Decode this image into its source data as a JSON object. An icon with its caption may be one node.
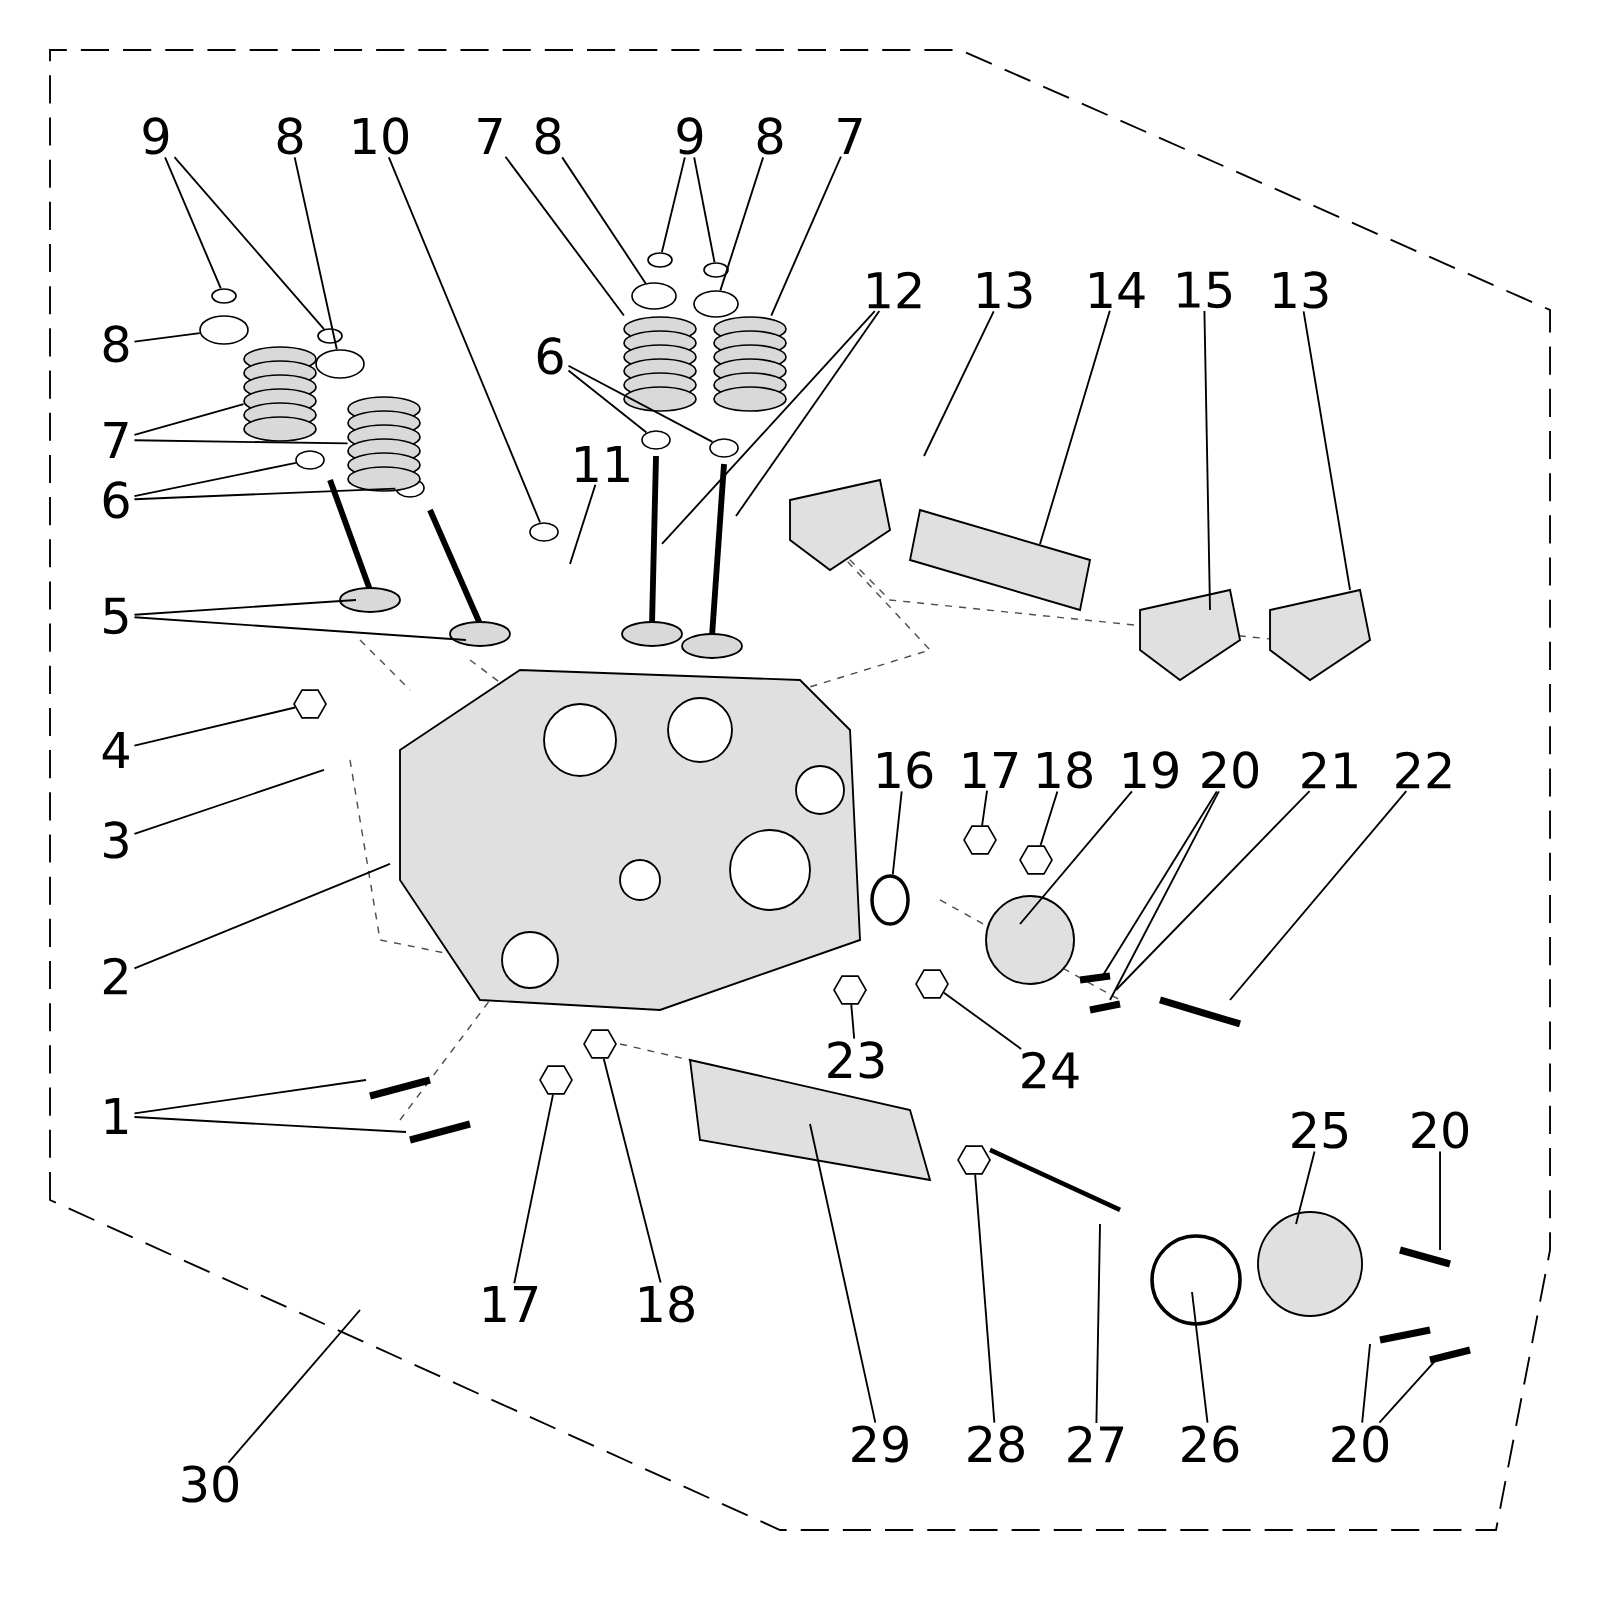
{
  "diagram": {
    "nodes": [
      {
        "text": [
          "9"
        ]
      },
      {
        "text": [
          "8"
        ]
      },
      {
        "text": [
          "10"
        ]
      },
      {
        "text": [
          "7"
        ]
      },
      {
        "text": [
          "8"
        ]
      },
      {
        "text": [
          "9"
        ]
      },
      {
        "text": [
          "8"
        ]
      },
      {
        "text": [
          "7"
        ]
      },
      {
        "text": [
          "12"
        ]
      },
      {
        "text": [
          "13"
        ]
      },
      {
        "text": [
          "14"
        ]
      },
      {
        "text": [
          "15"
        ]
      },
      {
        "text": [
          "13"
        ]
      },
      {
        "text": [
          "8"
        ]
      },
      {
        "text": [
          "6"
        ]
      },
      {
        "text": [
          "7"
        ]
      },
      {
        "text": [
          "11"
        ]
      },
      {
        "text": [
          "6"
        ]
      },
      {
        "text": [
          "5"
        ]
      },
      {
        "text": [
          "4"
        ]
      },
      {
        "text": [
          "16"
        ]
      },
      {
        "text": [
          "17"
        ]
      },
      {
        "text": [
          "18"
        ]
      },
      {
        "text": [
          "19"
        ]
      },
      {
        "text": [
          "20"
        ]
      },
      {
        "text": [
          "21"
        ]
      },
      {
        "text": [
          "22"
        ]
      },
      {
        "text": [
          "3"
        ]
      },
      {
        "text": [
          "2"
        ]
      },
      {
        "text": [
          "23"
        ]
      },
      {
        "text": [
          "24"
        ]
      },
      {
        "text": [
          "1"
        ]
      },
      {
        "text": [
          "25"
        ]
      },
      {
        "text": [
          "20"
        ]
      },
      {
        "text": [
          "17"
        ]
      },
      {
        "text": [
          "18"
        ]
      },
      {
        "text": [
          "29"
        ]
      },
      {
        "text": [
          "28"
        ]
      },
      {
        "text": [
          "27"
        ]
      },
      {
        "text": [
          "26"
        ]
      },
      {
        "text": [
          "20"
        ]
      },
      {
        "text": [
          "30"
        ]
      },
      {
        "text": [],
        "shape": "ellipse"
      },
      {
        "text": [],
        "shape": "ellipse"
      },
      {
        "text": [],
        "shape": "ellipse"
      },
      {
        "text": [],
        "shape": "ellipse"
      },
      {
        "text": [],
        "shape": "ellipse"
      },
      {
        "text": [],
        "shape": "ellipse"
      },
      {
        "text": [],
        "shape": "ellipse"
      },
      {
        "text": [],
        "shape": "ellipse"
      },
      {
        "text": [],
        "shape": "ellipse"
      },
      {
        "text": [],
        "shape": "ellipse"
      },
      {
        "text": [],
        "shape": "ellipse"
      },
      {
        "text": [],
        "shape": "ellipse"
      },
      {
        "text": [],
        "shape": "ellipse"
      },
      {
        "text": [],
        "shape": "hexagon"
      },
      {
        "text": [],
        "shape": "ring"
      },
      {
        "text": [],
        "shape": "hexagon"
      },
      {
        "text": [],
        "shape": "hexagon"
      },
      {
        "text": [],
        "shape": "hexagon"
      },
      {
        "text": [],
        "shape": "hexagon"
      },
      {
        "text": [],
        "shape": "hexagon"
      },
      {
        "text": [],
        "shape": "hexagon"
      },
      {
        "text": [],
        "shape": "hexagon"
      },
      {
        "text": [],
        "shape": "spring"
      },
      {
        "text": [],
        "shape": "spring"
      },
      {
        "text": [],
        "shape": "spring"
      },
      {
        "text": [],
        "shape": "spring"
      }
    ],
    "edges": [
      {
        "from": 0,
        "to": 42,
        "arrow": "none"
      },
      {
        "from": 0,
        "to": 44,
        "arrow": "none"
      },
      {
        "from": 1,
        "to": 45,
        "arrow": "none"
      },
      {
        "from": 2,
        "to": 46,
        "arrow": "none"
      },
      {
        "from": 3,
        "to": 66,
        "arrow": "none"
      },
      {
        "from": 4,
        "to": 47,
        "arrow": "none"
      },
      {
        "from": 5,
        "to": 48,
        "arrow": "none"
      },
      {
        "from": 5,
        "to": 49,
        "arrow": "none"
      },
      {
        "from": 6,
        "to": 50,
        "arrow": "none"
      },
      {
        "from": 7,
        "to": 67,
        "arrow": "none"
      },
      {
        "from": 8,
        "to": null,
        "arrow": "none"
      },
      {
        "from": 8,
        "to": null,
        "arrow": "none"
      },
      {
        "from": 9,
        "to": null,
        "arrow": "none"
      },
      {
        "from": 10,
        "to": null,
        "arrow": "none"
      },
      {
        "from": 11,
        "to": null,
        "arrow": "none"
      },
      {
        "from": 12,
        "to": null,
        "arrow": "none"
      },
      {
        "from": 13,
        "to": 43,
        "arrow": "none"
      },
      {
        "from": 14,
        "to": 53,
        "arrow": "none"
      },
      {
        "from": 14,
        "to": 54,
        "arrow": "none"
      },
      {
        "from": 15,
        "to": 64,
        "arrow": "none"
      },
      {
        "from": 15,
        "to": 65,
        "arrow": "none"
      },
      {
        "from": 16,
        "to": null,
        "arrow": "none"
      },
      {
        "from": 17,
        "to": 51,
        "arrow": "none"
      },
      {
        "from": 17,
        "to": 52,
        "arrow": "none"
      },
      {
        "from": 18,
        "to": null,
        "arrow": "none"
      },
      {
        "from": 18,
        "to": null,
        "arrow": "none"
      },
      {
        "from": 19,
        "to": 55,
        "arrow": "none"
      },
      {
        "from": 20,
        "to": 56,
        "arrow": "none"
      },
      {
        "from": 21,
        "to": 57,
        "arrow": "none"
      },
      {
        "from": 22,
        "to": 58,
        "arrow": "none"
      },
      {
        "from": 23,
        "to": null,
        "arrow": "none"
      },
      {
        "from": 24,
        "to": null,
        "arrow": "none"
      },
      {
        "from": 24,
        "to": null,
        "arrow": "none"
      },
      {
        "from": 25,
        "to": null,
        "arrow": "none"
      },
      {
        "from": 26,
        "to": null,
        "arrow": "none"
      },
      {
        "from": 27,
        "to": null,
        "arrow": "none"
      },
      {
        "from": 28,
        "to": null,
        "arrow": "none"
      },
      {
        "from": 29,
        "to": 59,
        "arrow": "none"
      },
      {
        "from": 30,
        "to": 60,
        "arrow": "none"
      },
      {
        "from": 31,
        "to": null,
        "arrow": "none"
      },
      {
        "from": 31,
        "to": null,
        "arrow": "none"
      },
      {
        "from": 32,
        "to": null,
        "arrow": "none"
      },
      {
        "from": 33,
        "to": null,
        "arrow": "none"
      },
      {
        "from": 34,
        "to": 61,
        "arrow": "none"
      },
      {
        "from": 35,
        "to": 62,
        "arrow": "none"
      },
      {
        "from": 36,
        "to": null,
        "arrow": "none"
      },
      {
        "from": 37,
        "to": 63,
        "arrow": "none"
      },
      {
        "from": 38,
        "to": null,
        "arrow": "none"
      },
      {
        "from": 39,
        "to": null,
        "arrow": "none"
      },
      {
        "from": 40,
        "to": null,
        "arrow": "none"
      },
      {
        "from": 40,
        "to": null,
        "arrow": "none"
      },
      {
        "from": 41,
        "to": null,
        "arrow": "none"
      }
    ]
  }
}
